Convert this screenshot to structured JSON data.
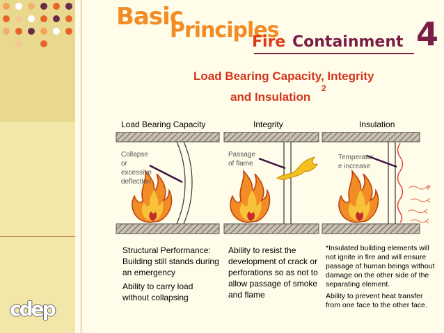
{
  "title": {
    "basic": "Basic",
    "principles": "Principles",
    "fire": "Fire",
    "containment": "Containment",
    "number": "4"
  },
  "subtitle": {
    "line1": "Load Bearing Capacity, Integrity",
    "line2": "and Insulation",
    "sup": "2"
  },
  "columns": {
    "load": {
      "heading": "Load Bearing Capacity",
      "diagram_label": [
        "Collapse",
        "or",
        "excessive",
        "deflection"
      ],
      "description": [
        "Structural Performance: Building still stands during an emergency",
        "Ability to carry load without collapsing"
      ]
    },
    "integrity": {
      "heading": "Integrity",
      "diagram_label": [
        "Passage",
        "of flame"
      ],
      "description": [
        "Ability to resist the development of crack or perforations so as not to allow passage of smoke and flame"
      ]
    },
    "insulation": {
      "heading": "Insulation",
      "diagram_label": [
        "Temperatur",
        "e increase"
      ],
      "description": [
        "*Insulated building elements will not ignite in fire and will ensure passage of human beings without damage on the other side of the separating element.",
        "Ability to prevent heat transfer from one face to the other face."
      ]
    }
  },
  "logo": {
    "text": "cdep"
  },
  "colors": {
    "orange": "#f28c24",
    "red": "#d93a1a",
    "maroon": "#7a1e46",
    "sidebar": "#e9d98f",
    "background": "#fffcea"
  }
}
